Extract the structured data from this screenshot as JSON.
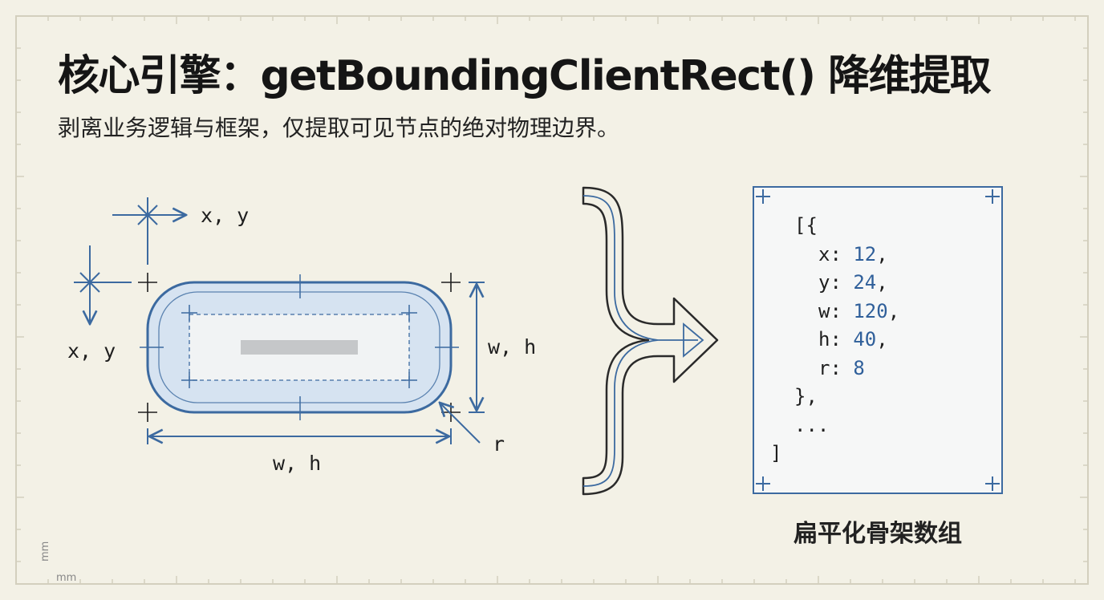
{
  "header": {
    "title": "核心引擎：getBoundingClientRect() 降维提取",
    "subtitle": "剥离业务逻辑与框架，仅提取可见节点的绝对物理边界。"
  },
  "diagram": {
    "labels": {
      "top_offset": "x, y",
      "left_offset": "x, y",
      "right_size": "w, h",
      "bottom_size": "w, h",
      "radius": "r"
    },
    "colors": {
      "accent": "#3c6aa0",
      "element_fill": "#d6e3f1",
      "inner_fill": "#f1f3f4",
      "placeholder_bar": "#c5c7c9",
      "background": "#f3f1e6"
    }
  },
  "output": {
    "code_lines": [
      {
        "indent": "",
        "key": "",
        "value": "",
        "suffix": "[{"
      },
      {
        "indent": "  ",
        "key": "x: ",
        "value": "12",
        "suffix": ","
      },
      {
        "indent": "  ",
        "key": "y: ",
        "value": "24",
        "suffix": ","
      },
      {
        "indent": "  ",
        "key": "w: ",
        "value": "120",
        "suffix": ","
      },
      {
        "indent": "  ",
        "key": "h: ",
        "value": "40",
        "suffix": ","
      },
      {
        "indent": "  ",
        "key": "r: ",
        "value": "8",
        "suffix": ""
      },
      {
        "indent": "",
        "key": "",
        "value": "",
        "suffix": "},"
      },
      {
        "indent": "",
        "key": "",
        "value": "",
        "suffix": "..."
      },
      {
        "indent": "",
        "key": "",
        "value": "",
        "suffix": "]"
      }
    ],
    "caption": "扁平化骨架数组"
  },
  "ruler": {
    "unit_vertical": "mm",
    "unit_horizontal": "mm"
  }
}
